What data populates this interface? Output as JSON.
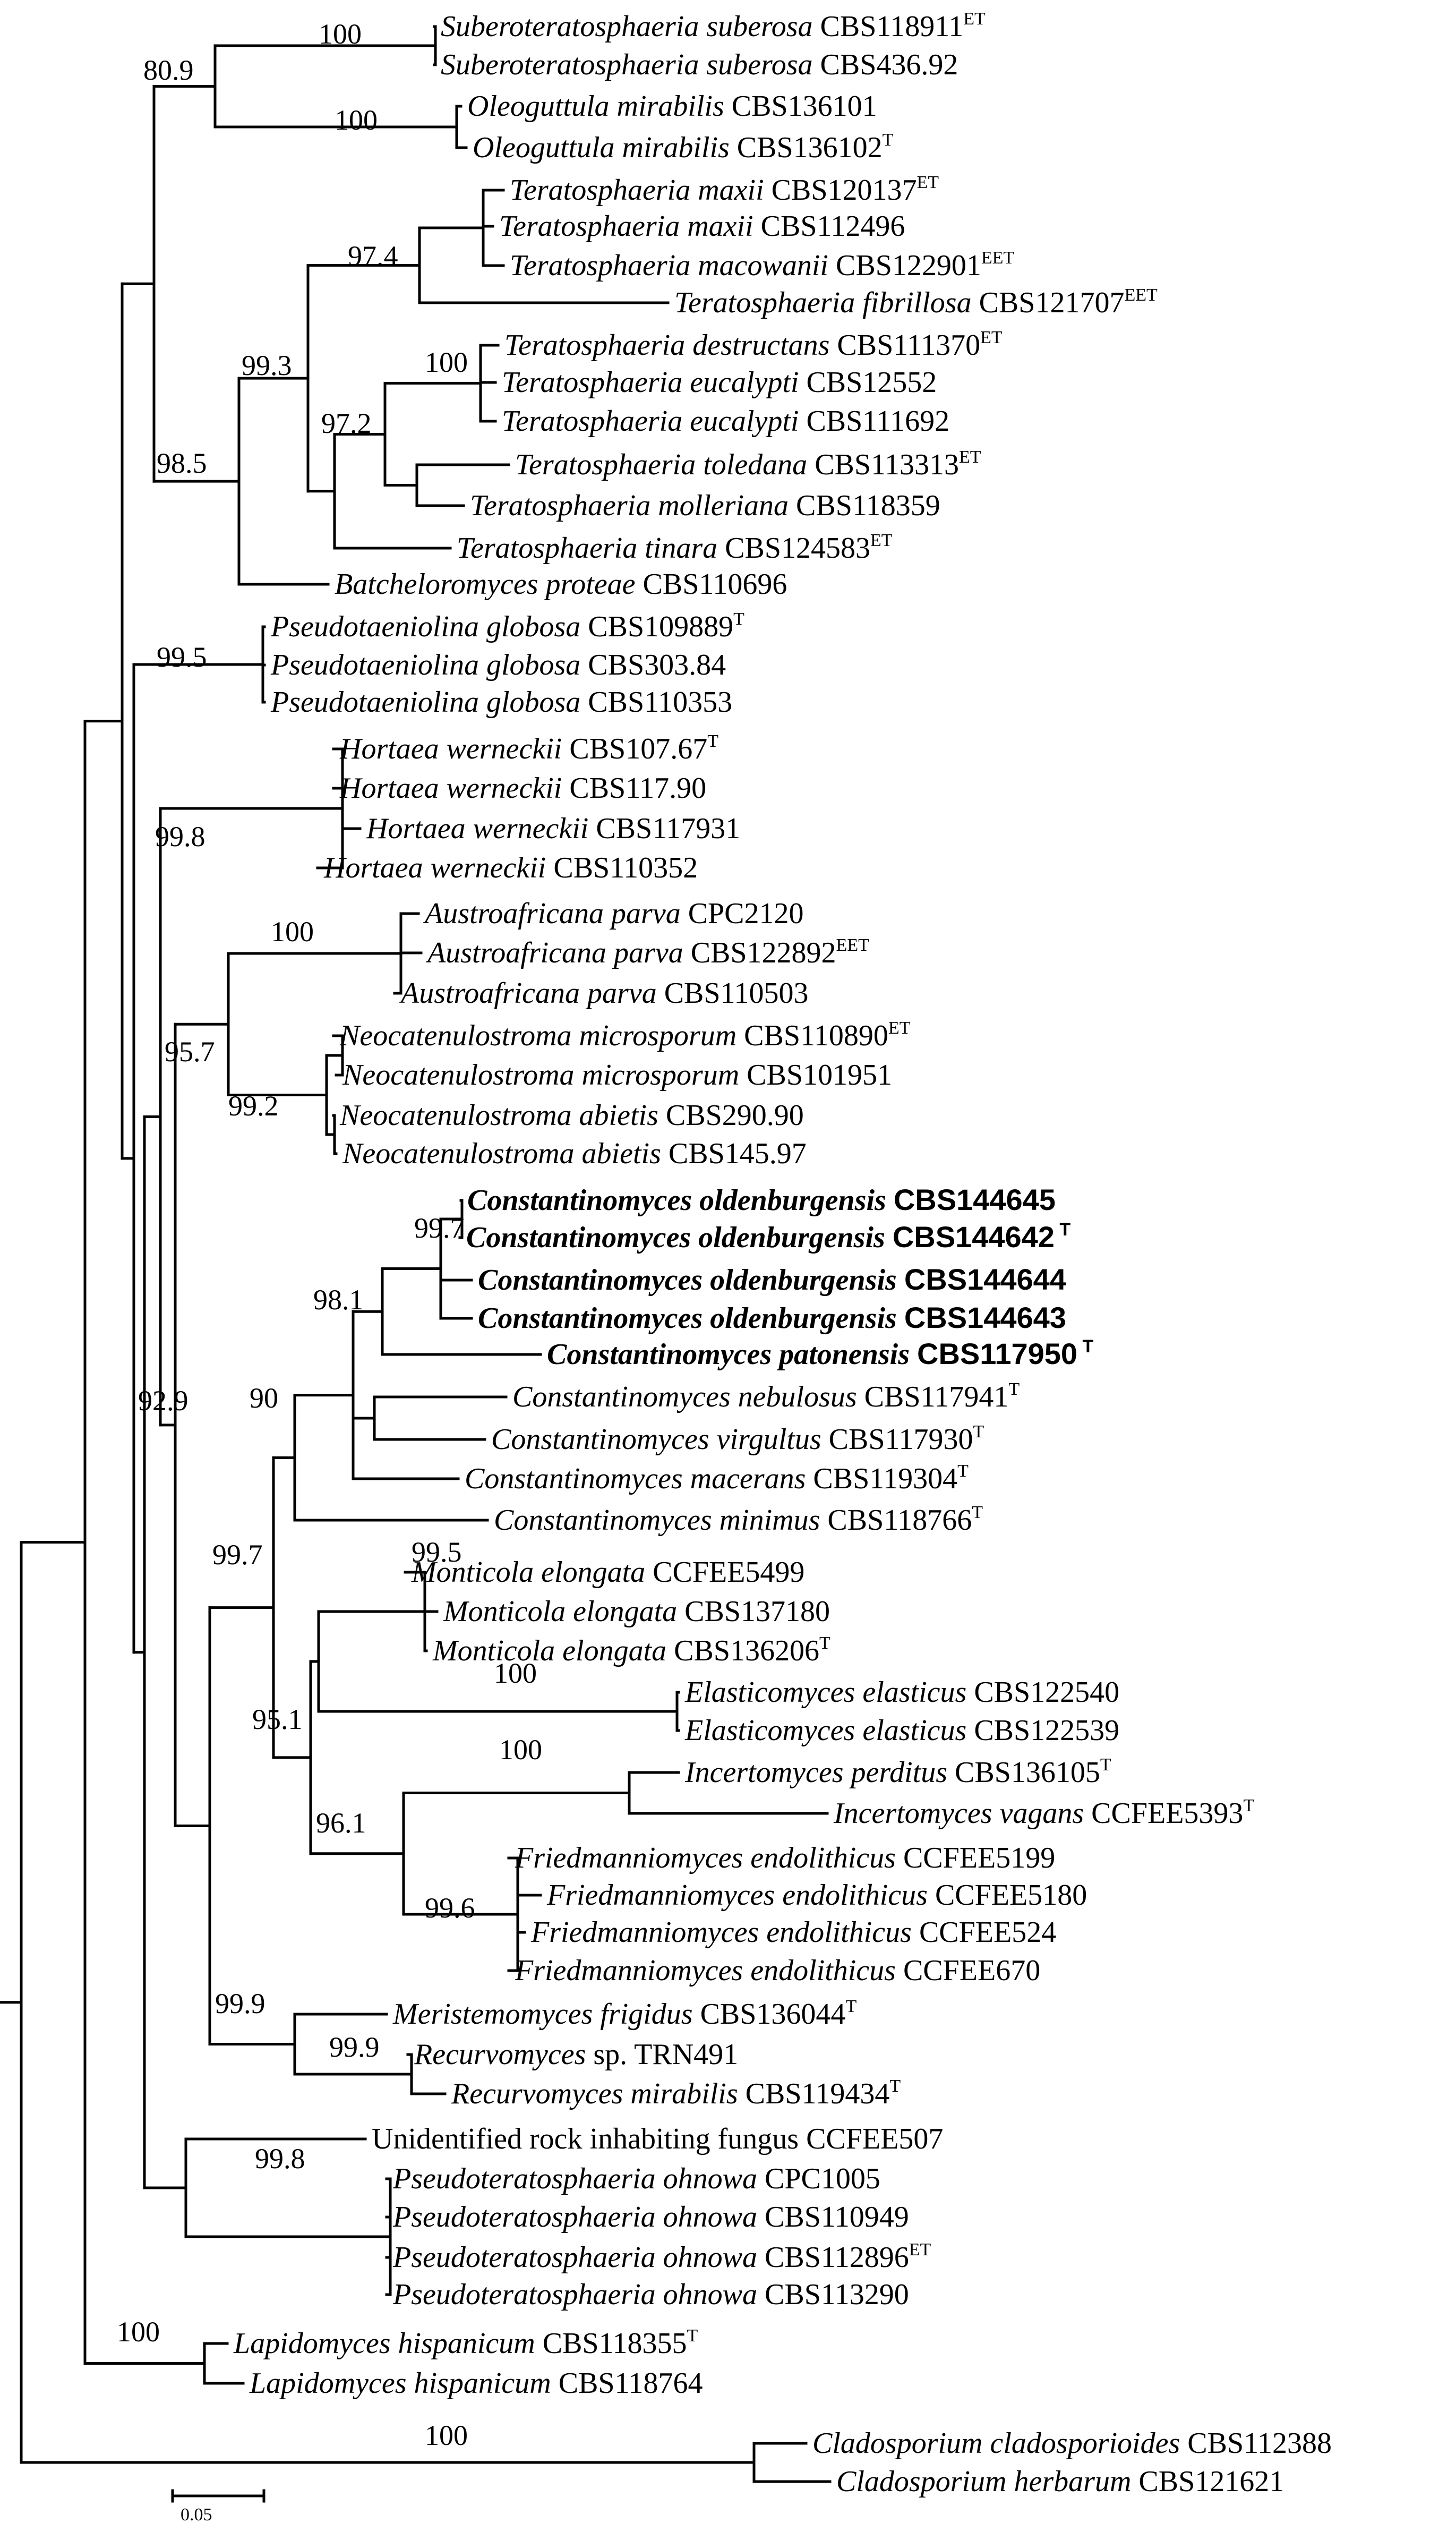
{
  "tree": {
    "taxa": [
      {
        "species": "Suberoteratosphaeria suberosa",
        "accession": "CBS118911",
        "sup": "ET"
      },
      {
        "species": "Suberoteratosphaeria suberosa",
        "accession": "CBS436.92",
        "sup": ""
      },
      {
        "species": "Oleoguttula mirabilis",
        "accession": "CBS136101",
        "sup": ""
      },
      {
        "species": "Oleoguttula mirabilis",
        "accession": "CBS136102",
        "sup": "T"
      },
      {
        "species": "Teratosphaeria maxii",
        "accession": "CBS120137",
        "sup": "ET"
      },
      {
        "species": "Teratosphaeria maxii",
        "accession": "CBS112496",
        "sup": ""
      },
      {
        "species": "Teratosphaeria macowanii",
        "accession": "CBS122901",
        "sup": "EET"
      },
      {
        "species": "Teratosphaeria fibrillosa",
        "accession": "CBS121707",
        "sup": "EET"
      },
      {
        "species": "Teratosphaeria destructans",
        "accession": "CBS111370",
        "sup": "ET"
      },
      {
        "species": "Teratosphaeria eucalypti",
        "accession": "CBS12552",
        "sup": ""
      },
      {
        "species": "Teratosphaeria eucalypti",
        "accession": "CBS111692",
        "sup": ""
      },
      {
        "species": "Teratosphaeria toledana",
        "accession": "CBS113313",
        "sup": "ET"
      },
      {
        "species": "Teratosphaeria molleriana",
        "accession": "CBS118359",
        "sup": ""
      },
      {
        "species": "Teratosphaeria tinara",
        "accession": "CBS124583",
        "sup": "ET"
      },
      {
        "species": "Batcheloromyces proteae",
        "accession": "CBS110696",
        "sup": ""
      },
      {
        "species": "Pseudotaeniolina globosa",
        "accession": "CBS109889",
        "sup": "T"
      },
      {
        "species": "Pseudotaeniolina globosa",
        "accession": "CBS303.84",
        "sup": ""
      },
      {
        "species": "Pseudotaeniolina globosa",
        "accession": "CBS110353",
        "sup": ""
      },
      {
        "species": "Hortaea werneckii",
        "accession": "CBS107.67",
        "sup": "T"
      },
      {
        "species": "Hortaea werneckii",
        "accession": "CBS117.90",
        "sup": ""
      },
      {
        "species": "Hortaea werneckii",
        "accession": "CBS117931",
        "sup": ""
      },
      {
        "species": "Hortaea werneckii",
        "accession": "CBS110352",
        "sup": ""
      },
      {
        "species": "Austroafricana parva",
        "accession": "CPC2120",
        "sup": ""
      },
      {
        "species": "Austroafricana parva",
        "accession": "CBS122892",
        "sup": "EET"
      },
      {
        "species": "Austroafricana parva",
        "accession": "CBS110503",
        "sup": ""
      },
      {
        "species": "Neocatenulostroma microsporum",
        "accession": "CBS110890",
        "sup": "ET"
      },
      {
        "species": "Neocatenulostroma microsporum",
        "accession": "CBS101951",
        "sup": ""
      },
      {
        "species": "Neocatenulostroma abietis",
        "accession": "CBS290.90",
        "sup": ""
      },
      {
        "species": "Neocatenulostroma abietis",
        "accession": "CBS145.97",
        "sup": ""
      },
      {
        "species": "Constantinomyces oldenburgensis",
        "accession": "CBS144645",
        "sup": "",
        "bold": true
      },
      {
        "species": "Constantinomyces oldenburgensis",
        "accession": "CBS144642",
        "sup": "T",
        "bold": true
      },
      {
        "species": "Constantinomyces oldenburgensis",
        "accession": "CBS144644",
        "sup": "",
        "bold": true
      },
      {
        "species": "Constantinomyces oldenburgensis",
        "accession": "CBS144643",
        "sup": "",
        "bold": true
      },
      {
        "species": "Constantinomyces patonensis",
        "accession": "CBS117950",
        "sup": "T",
        "bold": true
      },
      {
        "species": "Constantinomyces nebulosus",
        "accession": "CBS117941",
        "sup": "T"
      },
      {
        "species": "Constantinomyces virgultus",
        "accession": "CBS117930",
        "sup": "T"
      },
      {
        "species": "Constantinomyces macerans",
        "accession": "CBS119304",
        "sup": "T"
      },
      {
        "species": "Constantinomyces minimus",
        "accession": "CBS118766",
        "sup": "T"
      },
      {
        "species": "Monticola elongata",
        "accession": "CCFEE5499",
        "sup": ""
      },
      {
        "species": "Monticola elongata",
        "accession": "CBS137180",
        "sup": ""
      },
      {
        "species": "Monticola elongata",
        "accession": "CBS136206",
        "sup": "T"
      },
      {
        "species": "Elasticomyces elasticus",
        "accession": "CBS122540",
        "sup": ""
      },
      {
        "species": "Elasticomyces elasticus",
        "accession": "CBS122539",
        "sup": ""
      },
      {
        "species": "Incertomyces perditus",
        "accession": "CBS136105",
        "sup": "T"
      },
      {
        "species": "Incertomyces vagans",
        "accession": "CCFEE5393",
        "sup": "T"
      },
      {
        "species": "Friedmanniomyces endolithicus",
        "accession": "CCFEE5199",
        "sup": ""
      },
      {
        "species": "Friedmanniomyces endolithicus",
        "accession": "CCFEE5180",
        "sup": ""
      },
      {
        "species": "Friedmanniomyces endolithicus",
        "accession": "CCFEE524",
        "sup": ""
      },
      {
        "species": "Friedmanniomyces endolithicus",
        "accession": "CCFEE670",
        "sup": ""
      },
      {
        "species": "Meristemomyces frigidus",
        "accession": "CBS136044",
        "sup": "T"
      },
      {
        "species": "Recurvomyces",
        "accession": "sp. TRN491",
        "sup": ""
      },
      {
        "species": "Recurvomyces mirabilis",
        "accession": "CBS119434",
        "sup": "T"
      },
      {
        "species": "",
        "accession": "Unidentified rock inhabiting fungus CCFEE507",
        "sup": ""
      },
      {
        "species": "Pseudoteratosphaeria ohnowa",
        "accession": "CPC1005",
        "sup": ""
      },
      {
        "species": "Pseudoteratosphaeria ohnowa",
        "accession": "CBS110949",
        "sup": ""
      },
      {
        "species": "Pseudoteratosphaeria ohnowa",
        "accession": "CBS112896",
        "sup": "ET"
      },
      {
        "species": "Pseudoteratosphaeria ohnowa",
        "accession": "CBS113290",
        "sup": ""
      },
      {
        "species": "Lapidomyces hispanicum",
        "accession": "CBS118355",
        "sup": "T"
      },
      {
        "species": "Lapidomyces hispanicum",
        "accession": "CBS118764",
        "sup": ""
      },
      {
        "species": "Cladosporium cladosporioides",
        "accession": "CBS112388",
        "sup": ""
      },
      {
        "species": "Cladosporium herbarum",
        "accession": "CBS121621",
        "sup": ""
      }
    ],
    "support_values": [
      "100",
      "80.9",
      "100",
      "97.4",
      "100",
      "99.3",
      "97.2",
      "98.5",
      "99.5",
      "99.8",
      "100",
      "95.7",
      "99.2",
      "99.7",
      "98.1",
      "90",
      "92.9",
      "99.5",
      "99.7",
      "100",
      "95.1",
      "100",
      "96.1",
      "99.6",
      "99.9",
      "99.9",
      "99.8",
      "100",
      "100"
    ],
    "scale_bar": {
      "label": "0.05",
      "value": 0.05
    }
  }
}
